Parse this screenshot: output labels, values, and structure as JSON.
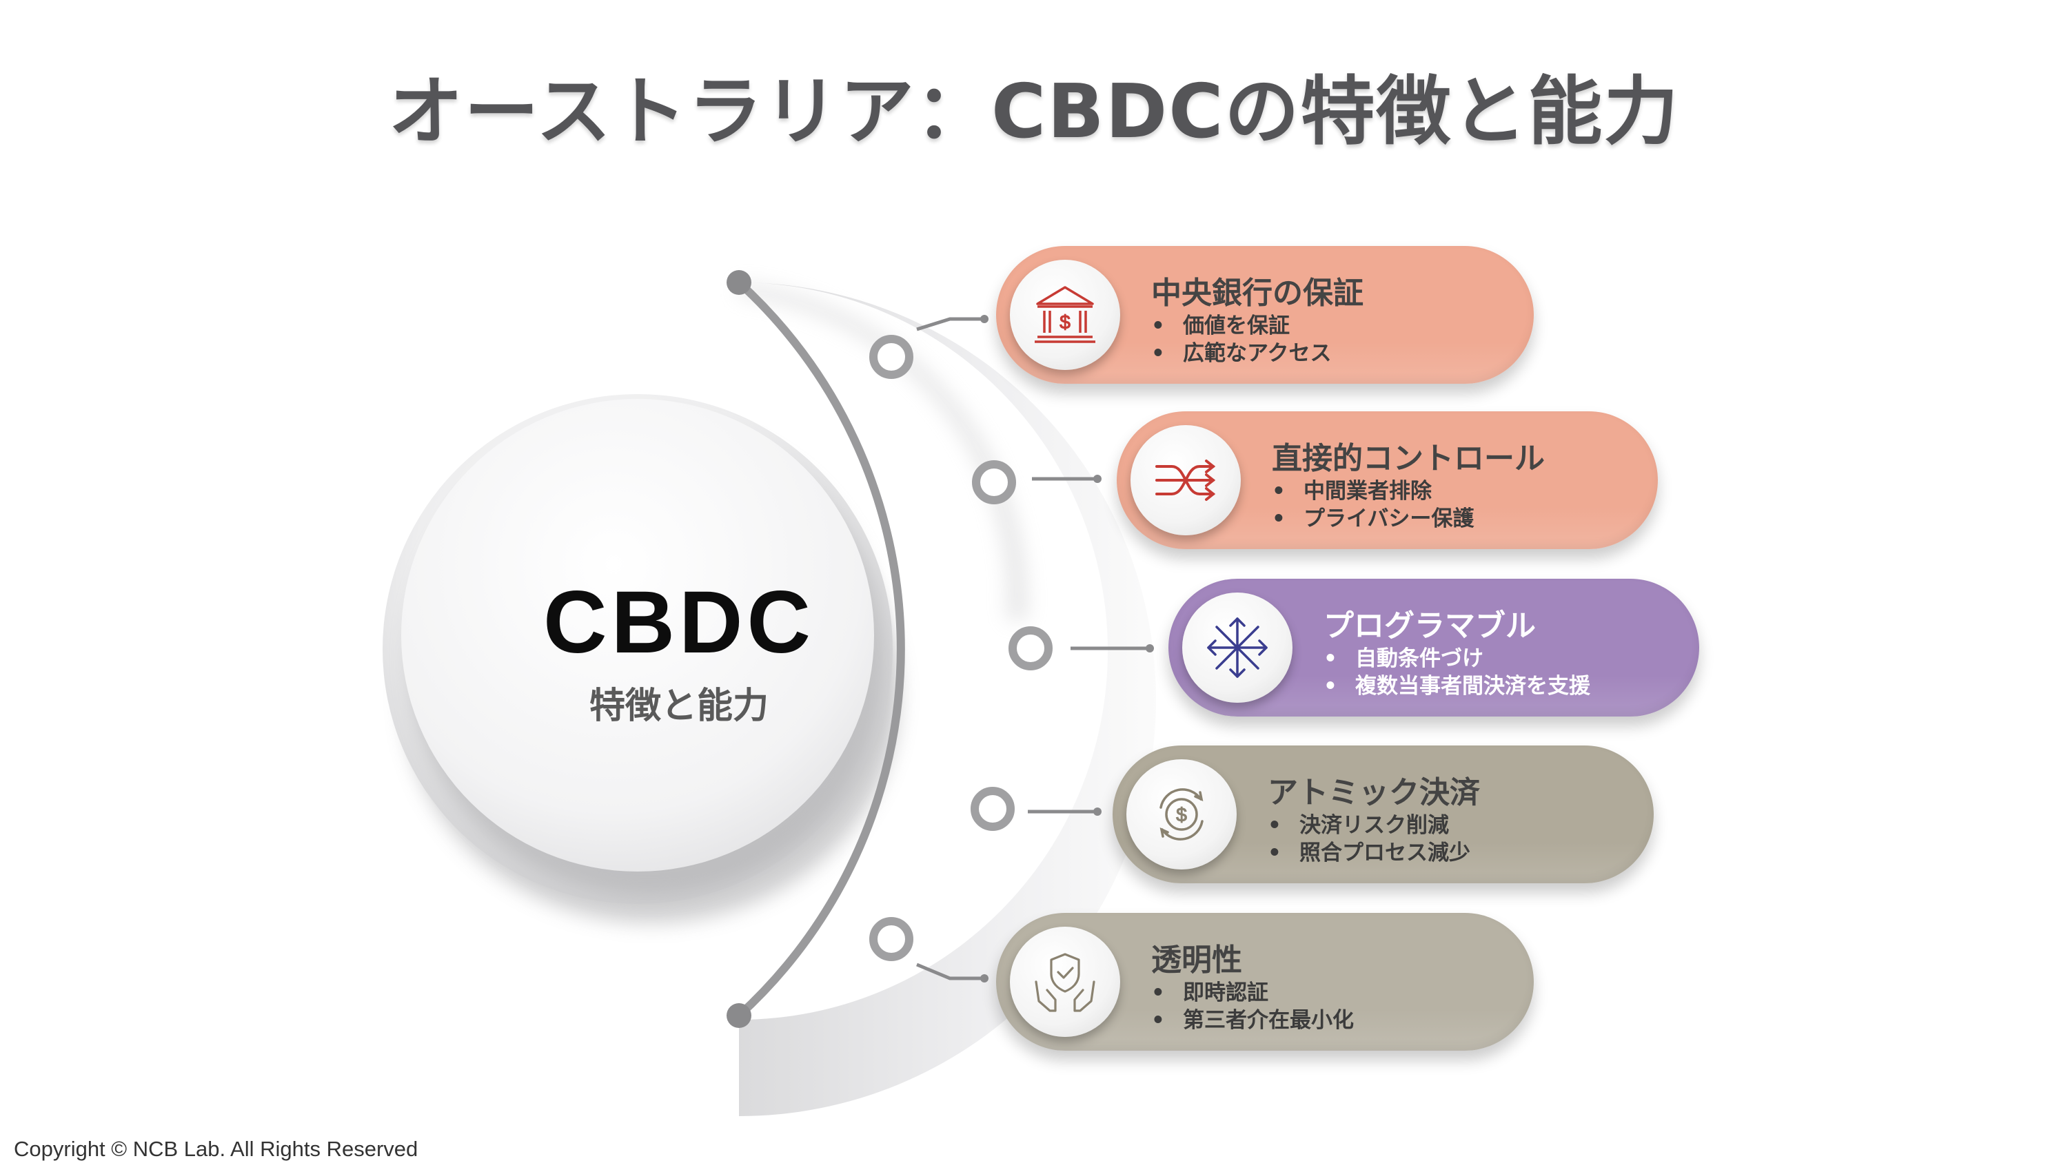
{
  "title": "オーストラリア：CBDCの特徴と能力",
  "center": {
    "main": "CBDC",
    "sub": "特徴と能力"
  },
  "features": [
    {
      "title": "中央銀行の保証",
      "bullets": [
        "価値を保証",
        "広範なアクセス"
      ],
      "icon": "bank-icon",
      "color": "#f0aa93",
      "icon_color": "#c73b34"
    },
    {
      "title": "直接的コントロール",
      "bullets": [
        "中間業者排除",
        "プライバシー保護"
      ],
      "icon": "shuffle-arrows-icon",
      "color": "#efaa93",
      "icon_color": "#c73b34"
    },
    {
      "title": "プログラマブル",
      "bullets": [
        "自動条件づけ",
        "複数当事者間決済を支援"
      ],
      "icon": "expand-arrows-icon",
      "color": "#a286bd",
      "icon_color": "#3a3d8f"
    },
    {
      "title": "アトミック決済",
      "bullets": [
        "決済リスク削減",
        "照合プロセス減少"
      ],
      "icon": "dollar-cycle-icon",
      "color": "#b0aa9a",
      "icon_color": "#8a8270"
    },
    {
      "title": "透明性",
      "bullets": [
        "即時認証",
        "第三者介在最小化"
      ],
      "icon": "hands-shield-icon",
      "color": "#b7b2a4",
      "icon_color": "#8a8270"
    }
  ],
  "copyright": "Copyright © NCB Lab. All Rights Reserved"
}
